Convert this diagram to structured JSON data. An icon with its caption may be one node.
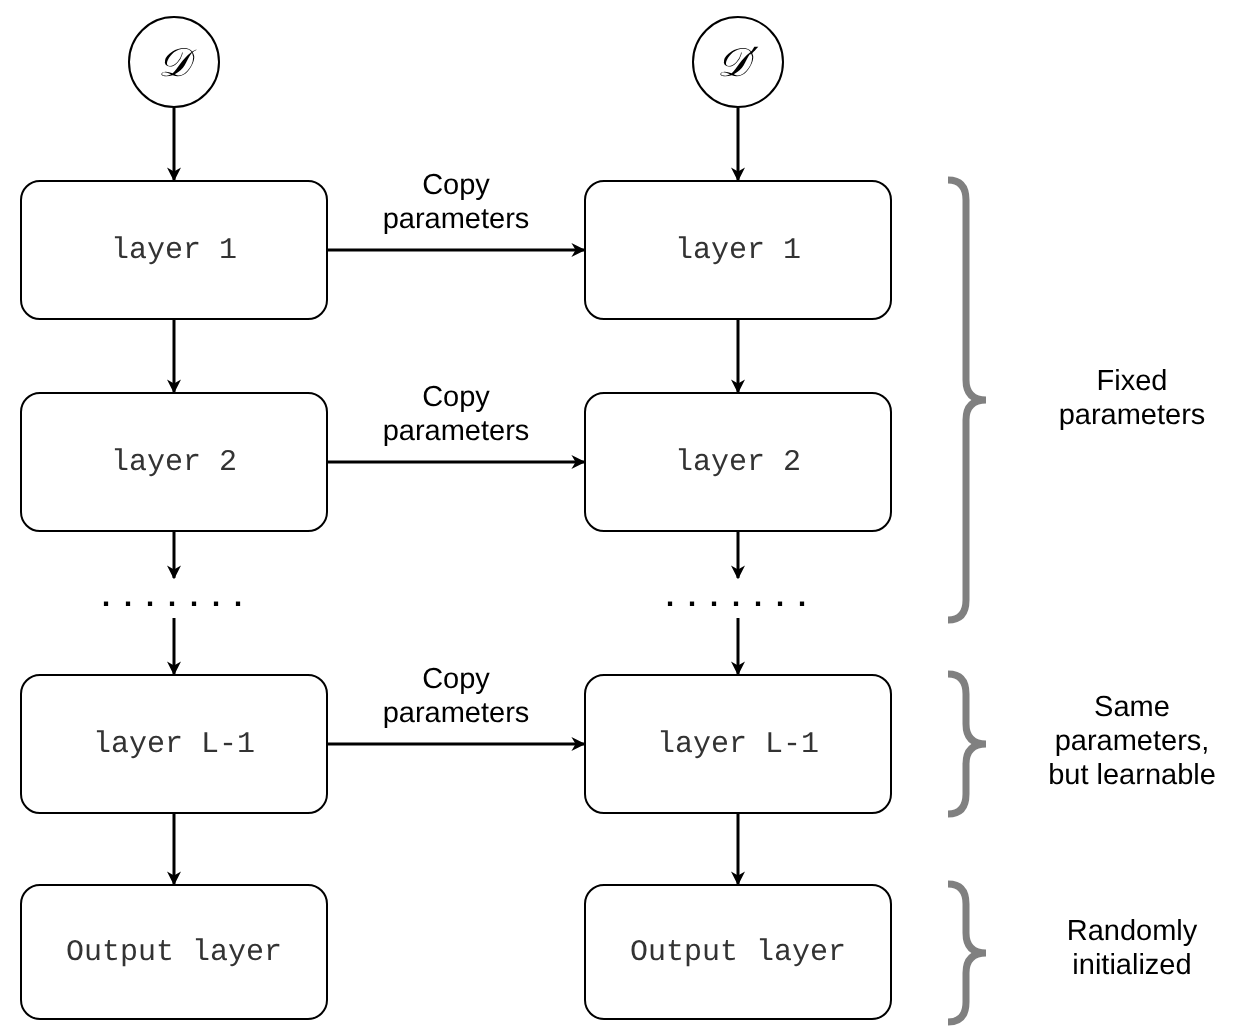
{
  "diagram": {
    "nodes": [
      {
        "text": [
          "𝒟"
        ]
      },
      {
        "text": [
          "𝒟′"
        ]
      },
      {
        "text": [
          "layer 1"
        ]
      },
      {
        "text": [
          "layer 1"
        ]
      },
      {
        "text": [
          "layer 2"
        ]
      },
      {
        "text": [
          "layer 2"
        ]
      },
      {
        "text": [
          "......."
        ]
      },
      {
        "text": [
          "......."
        ]
      },
      {
        "text": [
          "layer L-1"
        ]
      },
      {
        "text": [
          "layer L-1"
        ]
      },
      {
        "text": [
          "Output layer"
        ]
      },
      {
        "text": [
          "Output layer"
        ]
      }
    ],
    "edges": [
      {
        "from": 0,
        "to": 2,
        "arrow": "to"
      },
      {
        "from": 2,
        "to": 4,
        "arrow": "to"
      },
      {
        "from": 4,
        "to": 6,
        "arrow": "to"
      },
      {
        "from": 6,
        "to": 8,
        "arrow": "to"
      },
      {
        "from": 8,
        "to": 10,
        "arrow": "to"
      },
      {
        "from": 1,
        "to": 3,
        "arrow": "to"
      },
      {
        "from": 3,
        "to": 5,
        "arrow": "to"
      },
      {
        "from": 5,
        "to": 7,
        "arrow": "to"
      },
      {
        "from": 7,
        "to": 9,
        "arrow": "to"
      },
      {
        "from": 9,
        "to": 11,
        "arrow": "to"
      },
      {
        "from": 2,
        "to": 3,
        "arrow": "to",
        "label": "Copy parameters"
      },
      {
        "from": 4,
        "to": 5,
        "arrow": "to",
        "label": "Copy parameters"
      },
      {
        "from": 8,
        "to": 9,
        "arrow": "to",
        "label": "Copy parameters"
      }
    ],
    "labels": [
      "Fixed parameters",
      "Same parameters, but learnable",
      "Randomly initialized"
    ]
  }
}
